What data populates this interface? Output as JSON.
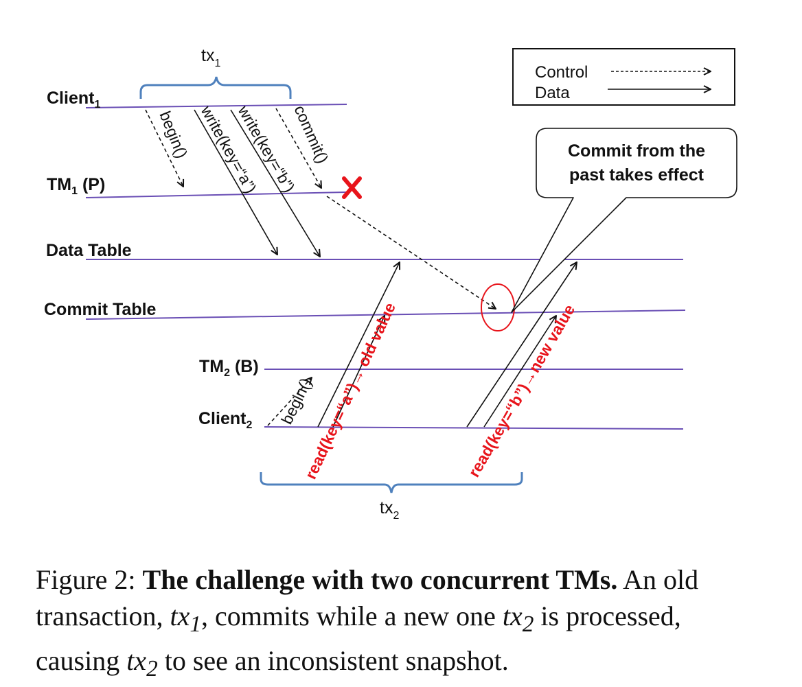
{
  "lanes": {
    "client1": {
      "name": "Client",
      "sub": "1",
      "suffix": ""
    },
    "tm1": {
      "name": "TM",
      "sub": "1",
      "suffix": " (P)"
    },
    "data_table": {
      "name": "Data Table"
    },
    "commit_table": {
      "name": "Commit Table"
    },
    "tm2": {
      "name": "TM",
      "sub": "2",
      "suffix": " (B)"
    },
    "client2": {
      "name": "Client",
      "sub": "2",
      "suffix": ""
    }
  },
  "braces": {
    "tx1": {
      "name": "tx",
      "sub": "1"
    },
    "tx2": {
      "name": "tx",
      "sub": "2"
    }
  },
  "messages": {
    "tx1_begin": "begin()",
    "tx1_write_a": "write(key=“a”)",
    "tx1_write_b": "write(key=“b”)",
    "tx1_commit": "commit()",
    "tx2_begin": "begin()",
    "tx2_read_a": "read(key=“a”)→ old value",
    "tx2_read_b": "read(key=“b”)→new value"
  },
  "legend": {
    "control": "Control",
    "data": "Data"
  },
  "callout": {
    "line1": "Commit from the",
    "line2": "past takes effect"
  },
  "caption": {
    "prefix": "Figure 2: ",
    "title": "The challenge with two concurrent TMs.",
    "body1": " An old transaction, ",
    "tx1_name": "tx",
    "tx1_sub": "1",
    "body2": ", commits while a new one ",
    "tx2_name": "tx",
    "tx2_sub": "2",
    "body3": " is processed, causing ",
    "tx2b_name": "tx",
    "tx2b_sub": "2",
    "body4": " to see an inconsistent snapshot."
  },
  "colors": {
    "lane": "#6a4fb5",
    "brace": "#4f81bd",
    "highlight": "#e8141b",
    "ink": "#111111"
  }
}
